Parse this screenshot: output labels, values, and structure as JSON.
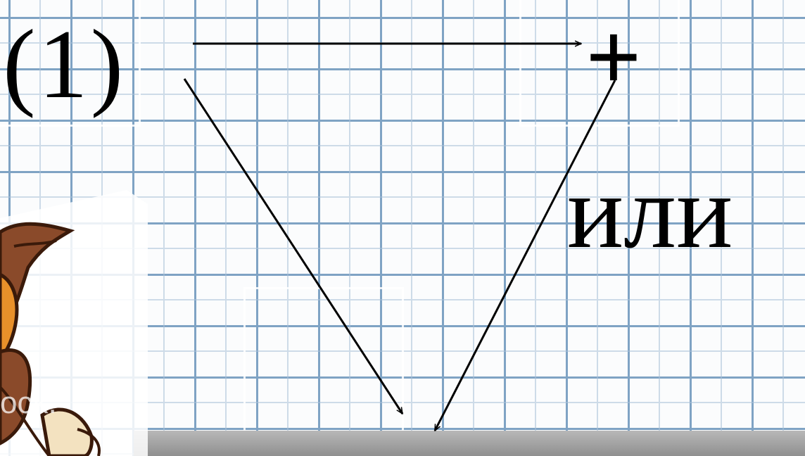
{
  "diagram": {
    "term_label": "(1)",
    "plus_sign": "+",
    "or_word": "или",
    "minus_sign": "-",
    "watermark": "ock."
  },
  "colors": {
    "grid_line": "#7fa3c4",
    "paper": "#fbfcfd",
    "ink": "#000000",
    "bottom_band": "#a8a8a8"
  },
  "icons": {
    "mascot": "owl-mascot-icon"
  }
}
